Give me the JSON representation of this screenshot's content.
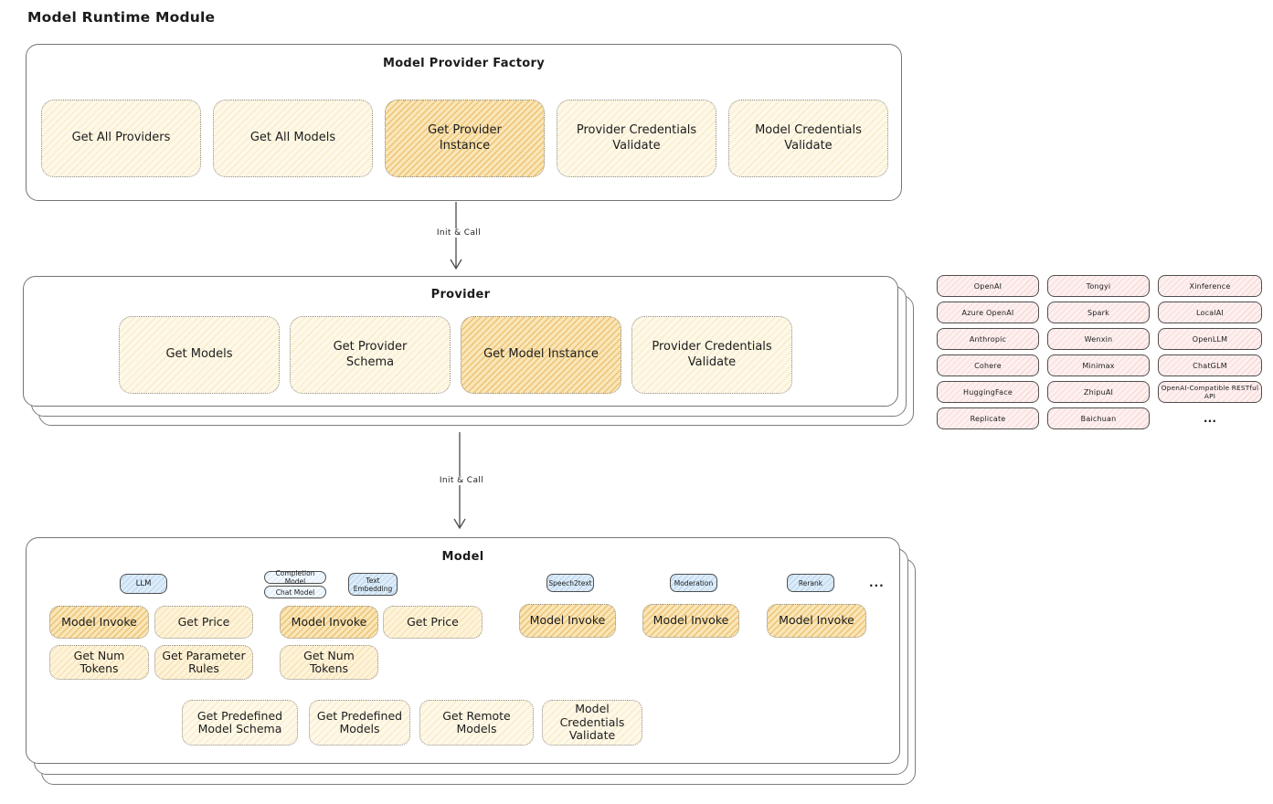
{
  "page": {
    "title": "Model Runtime Module"
  },
  "arrows": {
    "label": "Init & Call"
  },
  "factory": {
    "title": "Model Provider Factory",
    "boxes": [
      {
        "label": "Get All Providers",
        "highlighted": false
      },
      {
        "label": "Get All Models",
        "highlighted": false
      },
      {
        "label": "Get Provider Instance",
        "highlighted": true
      },
      {
        "label": "Provider Credentials Validate",
        "highlighted": false
      },
      {
        "label": "Model Credentials Validate",
        "highlighted": false
      }
    ]
  },
  "provider": {
    "title": "Provider",
    "boxes": [
      {
        "label": "Get Models",
        "highlighted": false
      },
      {
        "label": "Get Provider Schema",
        "highlighted": false
      },
      {
        "label": "Get Model Instance",
        "highlighted": true
      },
      {
        "label": "Provider Credentials Validate",
        "highlighted": false
      }
    ]
  },
  "provider_list": {
    "columns": [
      [
        "OpenAI",
        "Azure OpenAI",
        "Anthropic",
        "Cohere",
        "HuggingFace",
        "Replicate"
      ],
      [
        "Tongyi",
        "Spark",
        "Wenxin",
        "Minimax",
        "ZhipuAI",
        "Baichuan"
      ],
      [
        "Xinference",
        "LocalAI",
        "OpenLLM",
        "ChatGLM",
        "OpenAI-Compatible RESTful API"
      ]
    ],
    "more": "..."
  },
  "model": {
    "title": "Model",
    "tabs": {
      "llm": "LLM",
      "completion": "Completion Model",
      "chat": "Chat Model",
      "text_embedding": "Text Embedding",
      "speech2text": "Speech2text",
      "moderation": "Moderation",
      "rerank": "Rerank",
      "more": "..."
    },
    "llm_ops": [
      "Model Invoke",
      "Get Price",
      "Get Num Tokens",
      "Get Parameter Rules"
    ],
    "embedding_ops": [
      "Model Invoke",
      "Get Price",
      "Get Num Tokens"
    ],
    "speech2text_ops": [
      "Model Invoke"
    ],
    "moderation_ops": [
      "Model Invoke"
    ],
    "rerank_ops": [
      "Model Invoke"
    ],
    "common_ops": [
      "Get Predefined Model Schema",
      "Get Predefined Models",
      "Get Remote Models",
      "Model Credentials Validate"
    ]
  },
  "colors": {
    "highlight_fill": "#f9e6b8",
    "soft_fill": "#fdf3da",
    "cream_fill": "#fdf8e8",
    "pink_fill": "#fdf0ef",
    "blue_fill": "#ddecf9",
    "border_gray": "#757575",
    "text": "#1c1c1c"
  }
}
